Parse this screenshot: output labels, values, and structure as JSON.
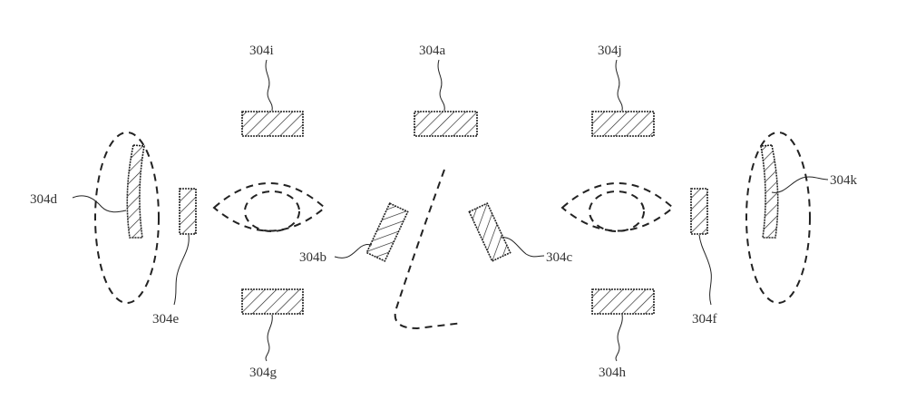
{
  "labels": {
    "a": "304a",
    "b": "304b",
    "c": "304c",
    "d": "304d",
    "e": "304e",
    "f": "304f",
    "g": "304g",
    "h": "304h",
    "i": "304i",
    "j": "304j",
    "k": "304k"
  }
}
